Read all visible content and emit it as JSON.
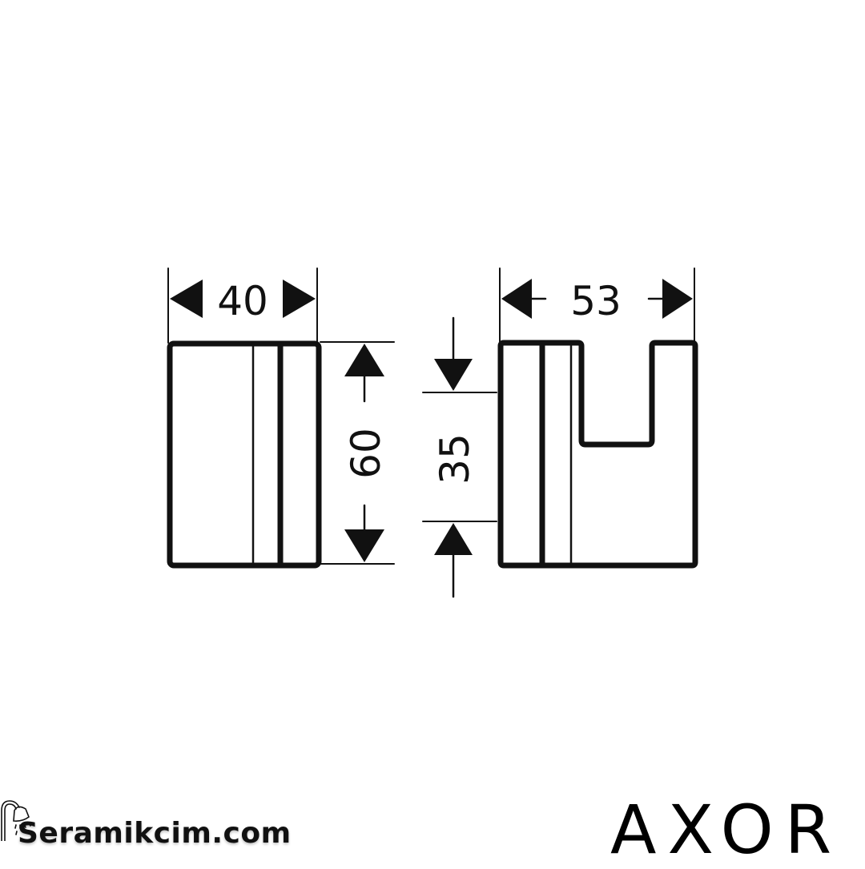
{
  "drawing": {
    "title": "Technical dimension drawing",
    "stroke_color": "#111111",
    "background": "#ffffff",
    "front_view": {
      "width_dim": "40",
      "height_dim": "60"
    },
    "side_view": {
      "depth_dim": "53",
      "hook_dim": "35"
    },
    "units": ""
  },
  "branding": {
    "retailer": "Seramikcim.com",
    "retailer_icon": "shower-head-icon",
    "brand": "AXOR"
  }
}
